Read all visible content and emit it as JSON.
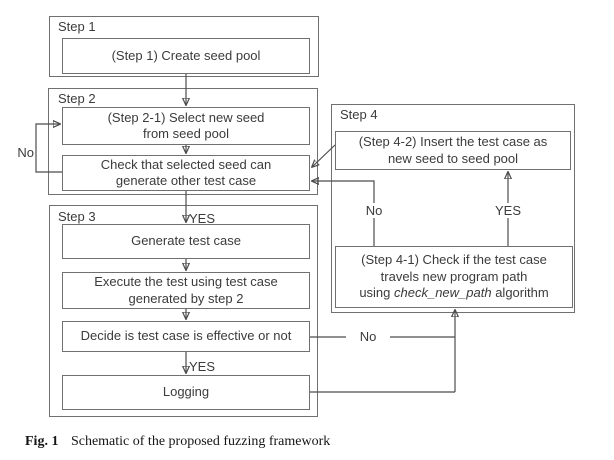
{
  "figure": {
    "caption_label": "Fig. 1",
    "caption_text": "Schematic of the proposed fuzzing framework"
  },
  "step1": {
    "label": "Step 1",
    "create_seed_pool": "(Step 1) Create seed pool"
  },
  "step2": {
    "label": "Step 2",
    "select_seed_line1": "(Step 2-1) Select new seed",
    "select_seed_line2": "from seed pool",
    "check_seed_line1": "Check that selected seed can",
    "check_seed_line2": "generate other test case"
  },
  "step3": {
    "label": "Step 3",
    "generate": "Generate test case",
    "execute_line1": "Execute the test using test case",
    "execute_line2": "generated by step 2",
    "decide": "Decide is test case is effective or not",
    "logging": "Logging"
  },
  "step4": {
    "label": "Step 4",
    "insert_line1": "(Step 4-2) Insert the test case as",
    "insert_line2": "new seed to seed pool",
    "check_path_line1": "(Step 4-1) Check if the test case",
    "check_path_line2": "travels new program path",
    "check_path_line3_pre": "using ",
    "check_path_line3_italic": "check_new_path",
    "check_path_line3_post": " algorithm"
  },
  "labels": {
    "yes_to_step3": "YES",
    "no_loop": "No",
    "yes_to_logging": "YES",
    "no_decide": "No",
    "no_step4": "No",
    "yes_step4": "YES"
  }
}
